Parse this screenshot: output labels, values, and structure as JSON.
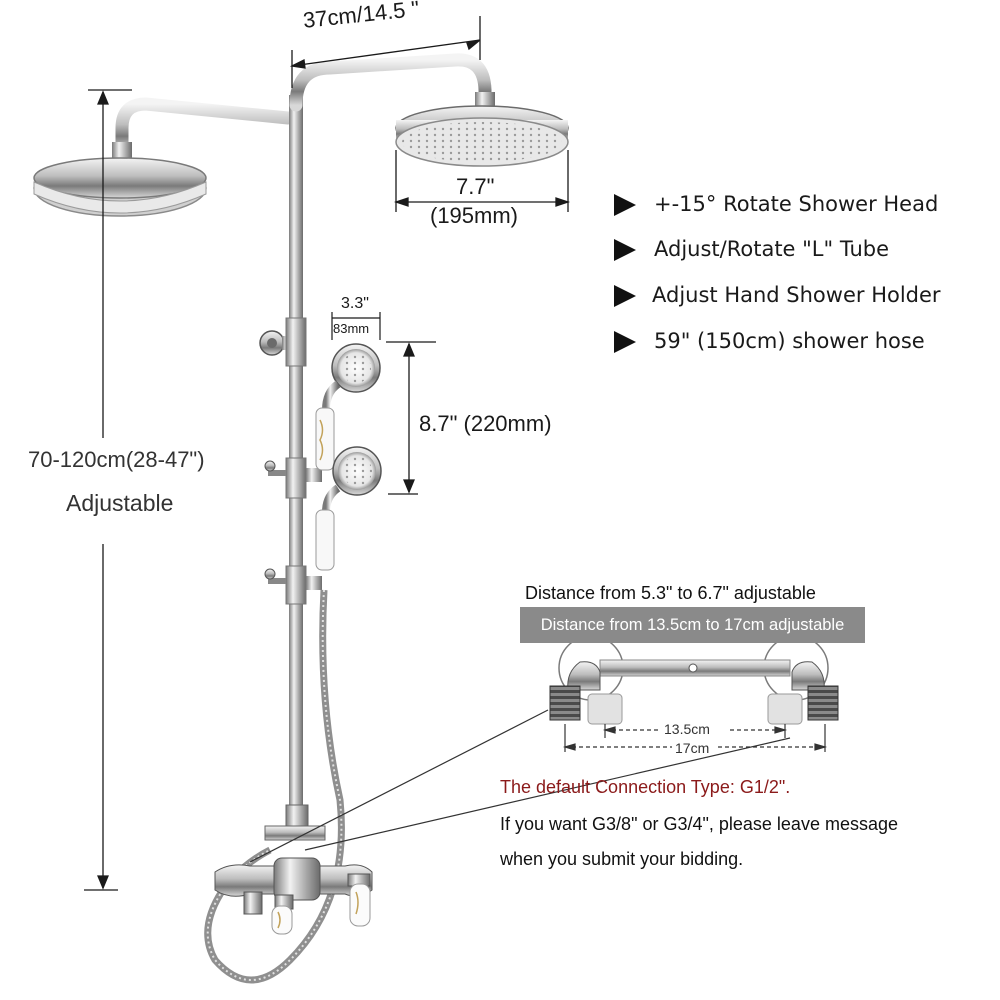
{
  "colors": {
    "chrome": "#c9c9c9",
    "chrome_dark": "#6b6b6b",
    "banner_bg": "#8a8a8a",
    "default_conn_text": "#8b1a1a"
  },
  "dimensions": {
    "arm_length": "37cm/14.5 \"",
    "head_diameter_in": "7.7\"",
    "head_diameter_mm": "(195mm)",
    "hand_width_in": "3.3\"",
    "hand_width_mm": "83mm",
    "hand_length": "8.7\" (220mm)",
    "height_range": "70-120cm(28-47\")",
    "height_note": "Adjustable"
  },
  "features": [
    "+-15° Rotate Shower Head",
    "Adjust/Rotate \"L\" Tube",
    "Adjust Hand Shower Holder",
    "59\" (150cm) shower hose"
  ],
  "connector": {
    "distance_in": "Distance from 5.3\" to 6.7\" adjustable",
    "distance_cm": "Distance from 13.5cm to 17cm adjustable",
    "min_label": "13.5cm",
    "max_label": "17cm"
  },
  "notes": {
    "default_connection": "The default Connection Type: G1/2\".",
    "custom_line1": "If you want G3/8\" or G3/4\", please leave message",
    "custom_line2": "when you submit your bidding."
  }
}
